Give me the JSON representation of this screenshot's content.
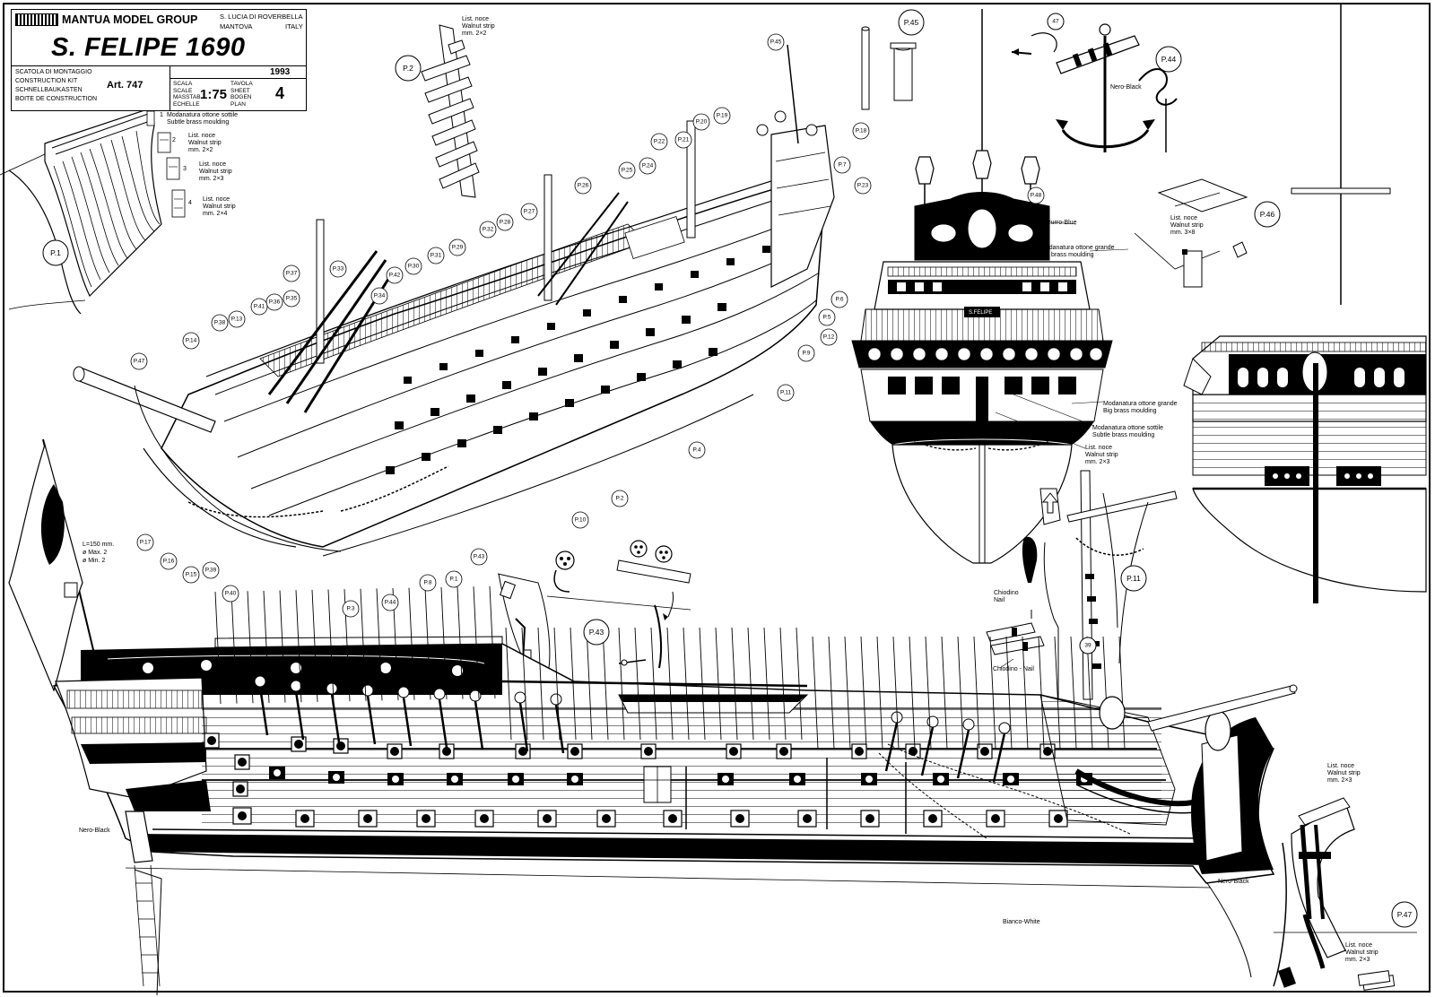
{
  "title_block": {
    "company": "MANTUA MODEL GROUP",
    "location_line1": "S. LUCIA DI ROVERBELLA",
    "location_line2": "MANTOVA",
    "location_country": "ITALY",
    "model_name": "S. FELIPE 1690",
    "kit_labels": [
      "SCATOLA DI MONTAGGIO",
      "CONSTRUCTION KIT",
      "SCHNELLBAUKASTEN",
      "BOITE DE CONSTRUCTION"
    ],
    "article": "Art. 747",
    "scale_labels": [
      "SCALA",
      "SCALE",
      "MASSTAB",
      "ECHELLE"
    ],
    "scale": "1:75",
    "year": "1993",
    "sheet_labels": [
      "TAVOLA",
      "SHEET",
      "BOGEN",
      "PLAN"
    ],
    "sheet_number": "4"
  },
  "strip_notes": [
    {
      "num": "1",
      "lines": [
        "Modanatura ottone sottile",
        "Subtle brass moulding"
      ]
    },
    {
      "num": "2",
      "lines": [
        "List. noce",
        "Walnut strip",
        "mm. 2×2"
      ]
    },
    {
      "num": "3",
      "lines": [
        "List. noce",
        "Walnut strip",
        "mm. 2×3"
      ]
    },
    {
      "num": "4",
      "lines": [
        "List. noce",
        "Walnut strip",
        "mm. 2×4"
      ]
    }
  ],
  "p2_note": [
    "List. noce",
    "Walnut strip",
    "mm. 2×2"
  ],
  "stern_notes": {
    "azzurro": "Azzurro-Blue",
    "moulding_big_top": [
      "Modanatura ottone grande",
      "Big brass moulding"
    ],
    "moulding_big_bottom": [
      "Modanatura ottone grande",
      "Big brass moulding"
    ],
    "moulding_subtle": [
      "Modanatura ottone sottile",
      "Subtle brass moulding"
    ],
    "walnut": [
      "List. noce",
      "Walnut strip",
      "mm. 2×3"
    ],
    "name_plate": "S.FELIPE"
  },
  "anchor_note": "Nero-Black",
  "anchor_number": "47",
  "p46_note": [
    "List. noce",
    "Walnut strip",
    "mm. 3×8"
  ],
  "flag_note": [
    "L=150 mm.",
    "ø Max. 2",
    "ø Min. 2"
  ],
  "nail_notes": [
    "Chiodino",
    "Nail",
    "Chiodino - Nail"
  ],
  "ladder_number": "39",
  "side_notes": {
    "nero_left": "Nero-Black",
    "nero_right": "Nero-Black",
    "bianco": "Bianco-White"
  },
  "p47_notes": [
    [
      "List. noce",
      "Walnut strip",
      "mm. 2×3"
    ],
    [
      "List. noce",
      "Walnut strip",
      "mm. 2×3"
    ]
  ],
  "detail_labels": [
    "P.1",
    "P.2",
    "P.45",
    "P.44",
    "P.46",
    "P.11",
    "P.43",
    "P.47"
  ],
  "callouts": [
    "P.45",
    "P.18",
    "P.19",
    "P.20",
    "P.21",
    "P.22",
    "P.24",
    "P.25",
    "P.26",
    "P.27",
    "P.28",
    "P.32",
    "P.29",
    "P.31",
    "P.30",
    "P.42",
    "P.33",
    "P.34",
    "P.37",
    "P.35",
    "P.36",
    "P.41",
    "P.13",
    "P.38",
    "P.14",
    "P.47",
    "P.7",
    "P.23",
    "P.48",
    "P.6",
    "P.5",
    "P.12",
    "P.9",
    "P.11",
    "P.4",
    "P.2",
    "P.10",
    "P.43",
    "P.1",
    "P.8",
    "P.44",
    "P.3",
    "P.40",
    "P.39",
    "P.15",
    "P.16",
    "P.17"
  ],
  "colors": {
    "ink": "#000000",
    "paper": "#ffffff"
  }
}
